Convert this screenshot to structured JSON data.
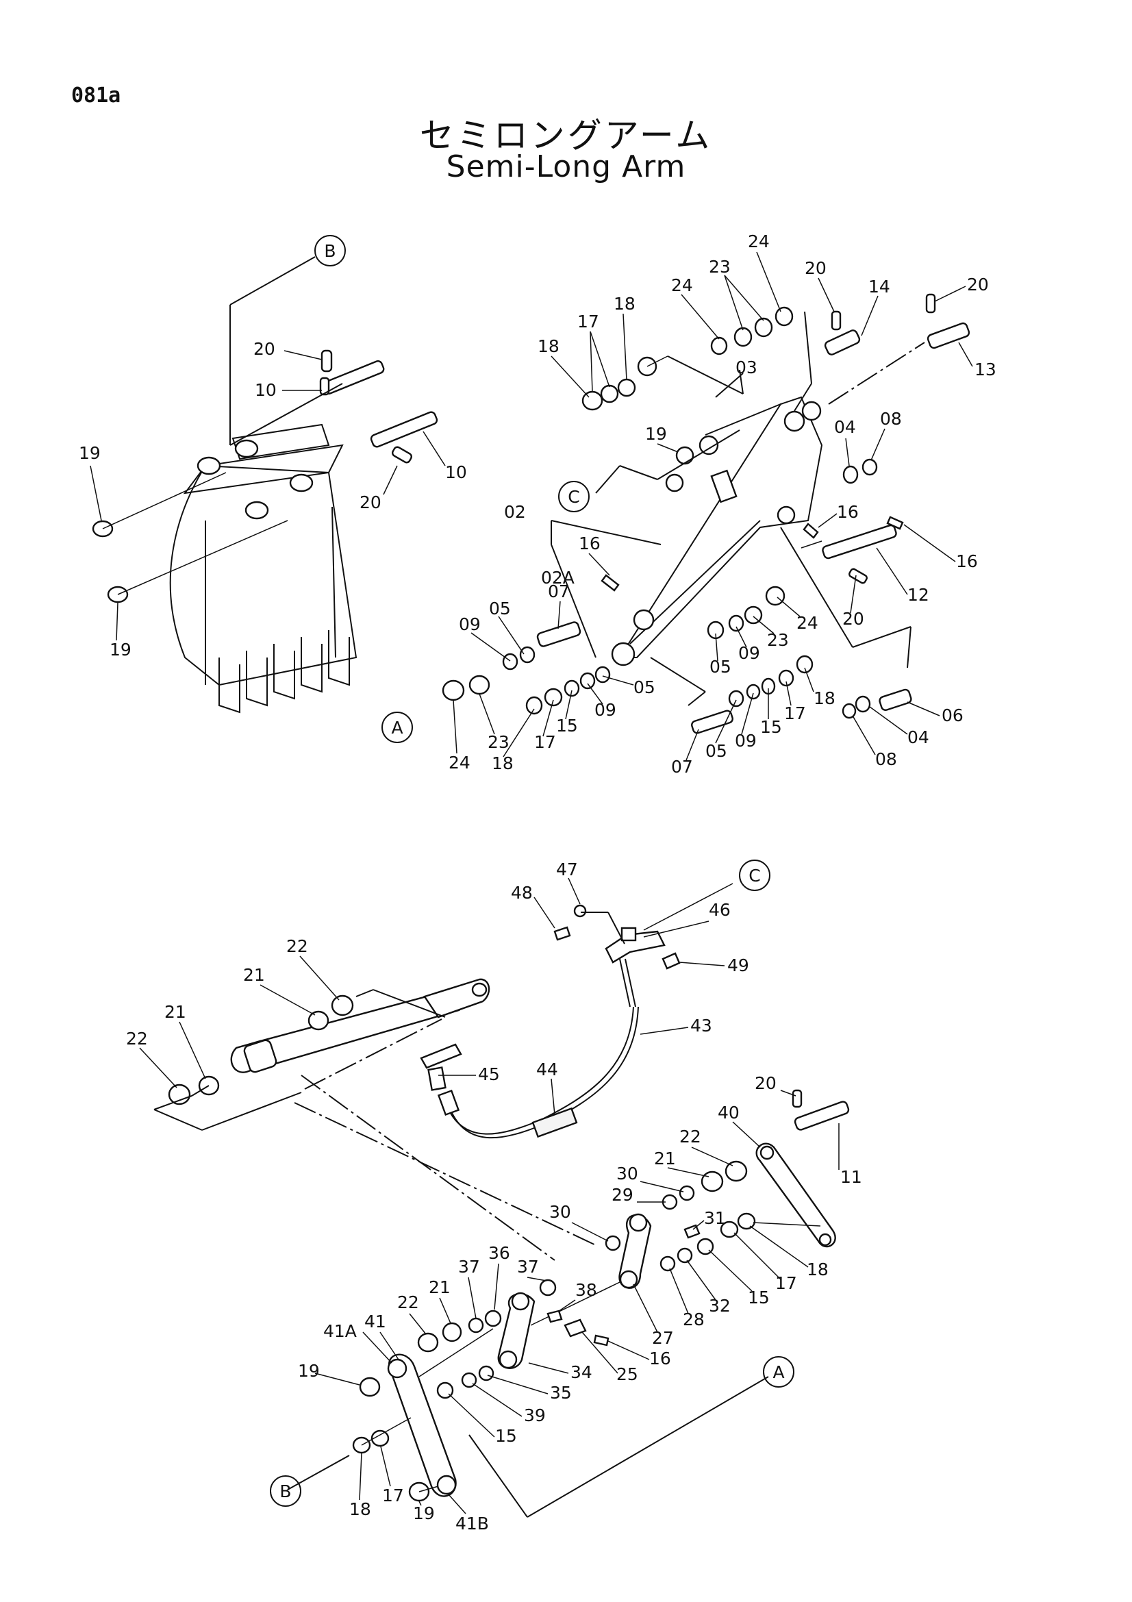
{
  "page_code": "081a",
  "title_jp": "セミロングアーム",
  "title_en": "Semi-Long Arm",
  "callouts": {
    "b_top": "B",
    "c_top": "C",
    "a_mid": "A",
    "c_bottom": "C",
    "a_bottom": "A",
    "b_bottom": "B"
  },
  "labels": {
    "l01": "20",
    "l02": "10",
    "l03": "10",
    "l04": "20",
    "l05": "19",
    "l06": "19",
    "l07": "24",
    "l08": "23",
    "l09": "20",
    "l10": "14",
    "l11": "20",
    "l12": "13",
    "l13": "24",
    "l14": "18",
    "l15": "17",
    "l16": "18",
    "l17": "03",
    "l18": "19",
    "l19": "04",
    "l20": "08",
    "l21": "16",
    "l22": "02",
    "l23": "16",
    "l24": "02A",
    "l25": "16",
    "l26": "12",
    "l27": "07",
    "l28": "05",
    "l29": "09",
    "l30": "20",
    "l31": "24",
    "l32": "23",
    "l33": "05",
    "l34": "09",
    "l35": "05",
    "l36": "09",
    "l37": "15",
    "l38": "17",
    "l39": "18",
    "l40": "18",
    "l41": "17",
    "l42": "15",
    "l43": "09",
    "l44": "05",
    "l45": "06",
    "l46": "04",
    "l47": "08",
    "l48": "07",
    "l49": "24",
    "l50": "23",
    "m01": "47",
    "m02": "48",
    "m03": "46",
    "m04": "49",
    "m05": "22",
    "m06": "21",
    "m07": "21",
    "m08": "22",
    "m09": "43",
    "m10": "45",
    "m11": "44",
    "m12": "20",
    "m13": "40",
    "m14": "11",
    "m15": "22",
    "m16": "21",
    "m17": "30",
    "m18": "29",
    "m19": "31",
    "m20": "30",
    "m21": "18",
    "m22": "17",
    "m23": "15",
    "m24": "32",
    "m25": "28",
    "m26": "27",
    "m27": "36",
    "m28": "37",
    "m29": "37",
    "m30": "38",
    "m31": "21",
    "m32": "22",
    "m33": "16",
    "m34": "25",
    "m35": "41A",
    "m36": "41",
    "m37": "34",
    "m38": "35",
    "m39": "19",
    "m40": "39",
    "m41": "15",
    "m42": "18",
    "m43": "17",
    "m44": "19",
    "m45": "41B"
  }
}
